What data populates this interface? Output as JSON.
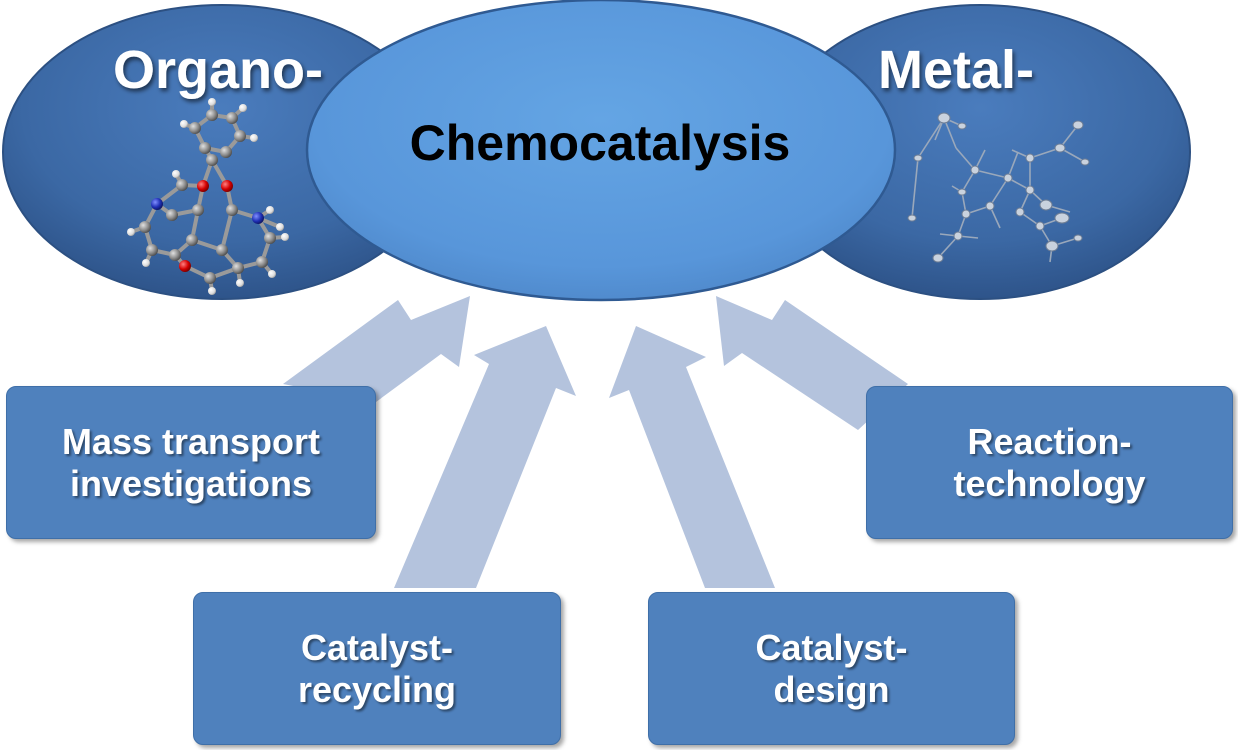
{
  "organo_label": "Organo-",
  "metal_label": "Metal-",
  "center_label": "Chemocatalysis",
  "boxes": {
    "mass_transport": {
      "line1": "Mass transport",
      "line2": "investigations"
    },
    "reaction": {
      "line1": "Reaction-",
      "line2": "technology"
    },
    "recycling": {
      "line1": "Catalyst-",
      "line2": "recycling"
    },
    "design": {
      "line1": "Catalyst-",
      "line2": "design"
    }
  },
  "colors": {
    "side_ellipse": "#3d6aa6",
    "center_ellipse": "#5b9bd5",
    "box_fill": "#4f81bd",
    "arrow": "#b4c3dd",
    "atom_carbon": "#8c8c8c",
    "atom_oxygen": "#d40000",
    "atom_nitrogen": "#1f2fb5",
    "atom_hydrogen": "#e8e8e8"
  }
}
